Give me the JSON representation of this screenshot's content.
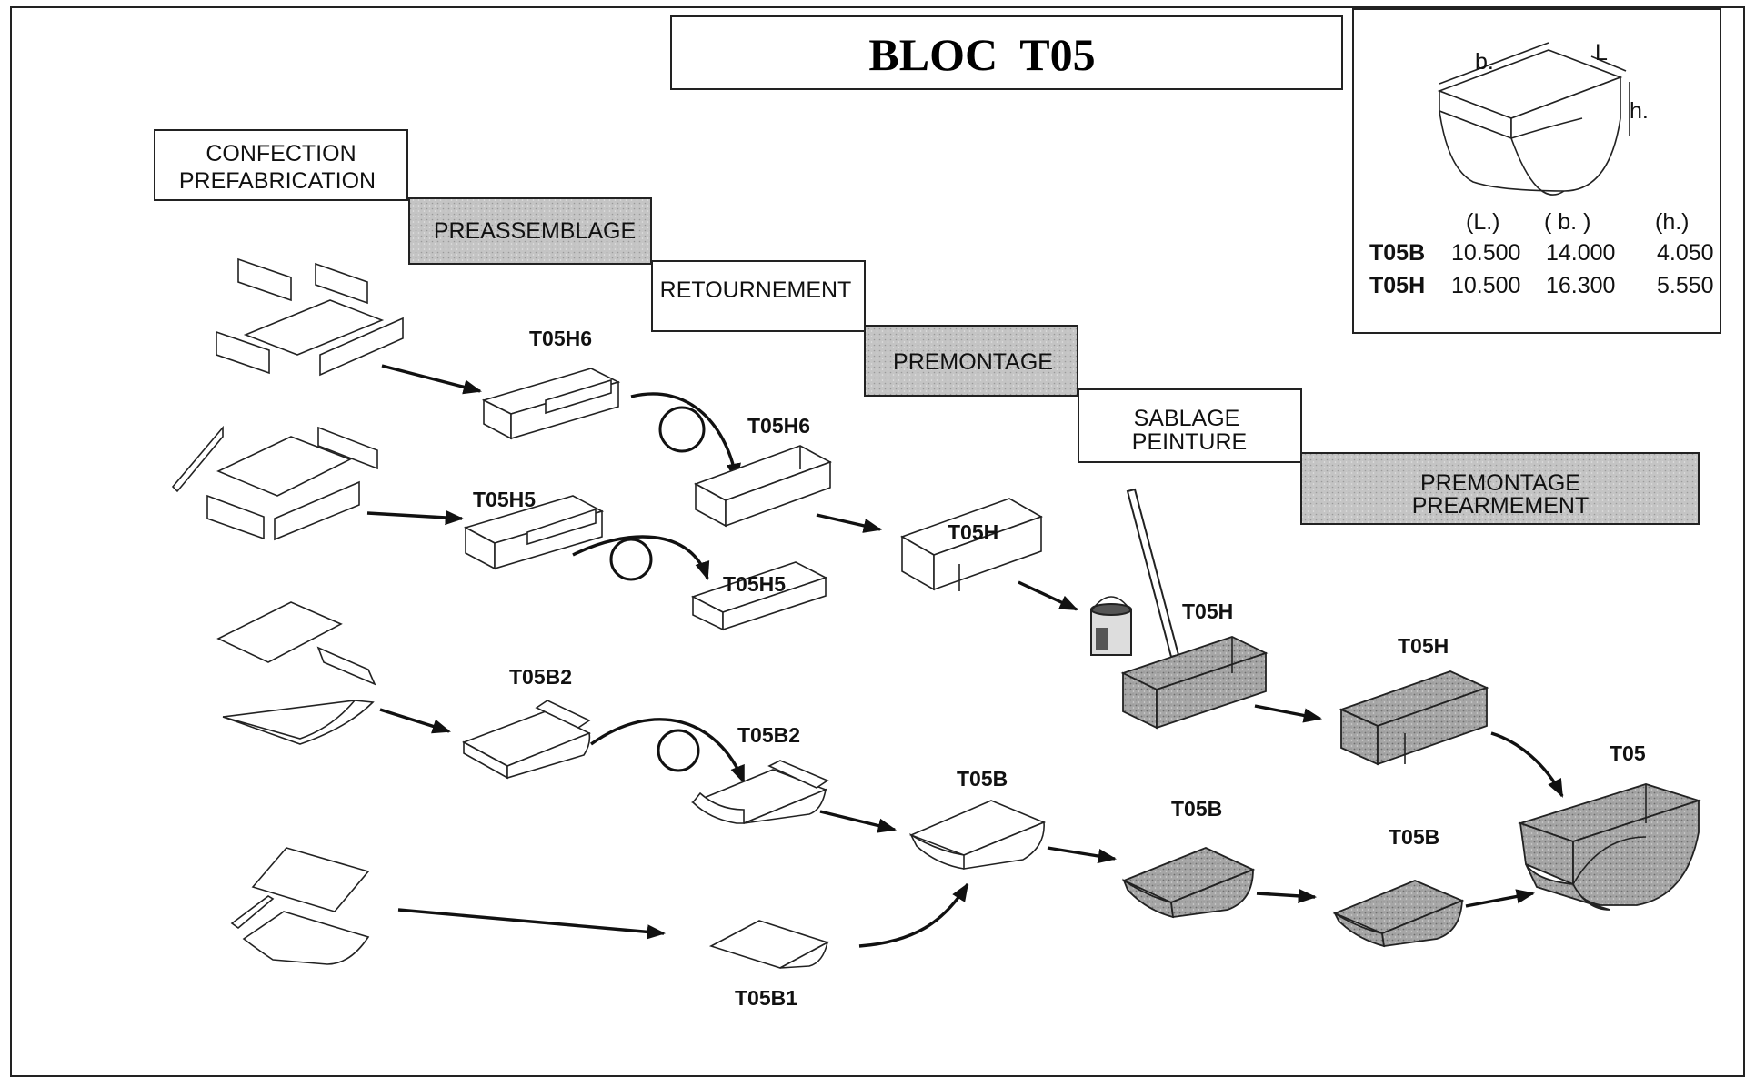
{
  "title": "BLOC  T05",
  "steps": [
    {
      "line1": "CONFECTION",
      "line2": "PREFABRICATION"
    },
    {
      "line1": "PREASSEMBLAGE"
    },
    {
      "line1": "RETOURNEMENT"
    },
    {
      "line1": "PREMONTAGE"
    },
    {
      "line1": "SABLAGE",
      "line2": "PEINTURE"
    },
    {
      "line1": "PREMONTAGE",
      "line2": "PREARMEMENT"
    }
  ],
  "dimensions": {
    "axis_labels": {
      "b": "b.",
      "L": "L",
      "h": "h."
    },
    "columns": [
      "(L.)",
      "( b. )",
      "(h.)"
    ],
    "rows": [
      {
        "name": "T05B",
        "L": "10.500",
        "b": "14.000",
        "h": "4.050"
      },
      {
        "name": "T05H",
        "L": "10.500",
        "b": "16.300",
        "h": "5.550"
      }
    ]
  },
  "parts": {
    "t05h6_a": "T05H6",
    "t05h6_b": "T05H6",
    "t05h5_a": "T05H5",
    "t05h5_b": "T05H5",
    "t05h_a": "T05H",
    "t05h_b": "T05H",
    "t05h_c": "T05H",
    "t05b2_a": "T05B2",
    "t05b2_b": "T05B2",
    "t05b_a": "T05B",
    "t05b_b": "T05B",
    "t05b_c": "T05B",
    "t05b1": "T05B1",
    "t05": "T05"
  },
  "colors": {
    "painted_fill": "#a8a8a8",
    "step_shaded": "#bdbdbd",
    "ink": "#111111"
  }
}
